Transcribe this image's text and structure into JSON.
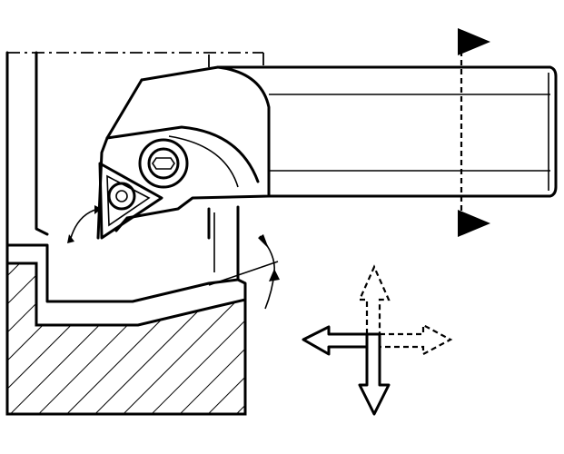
{
  "diagram": {
    "subject": "boring-bar-with-triangular-insert",
    "ink_color": "#000000",
    "paper_color": "#ffffff",
    "hatch_color": "#000000",
    "icons": [
      "workpiece-section",
      "tool-holder",
      "triangular-insert",
      "clamp-screw",
      "section-arrows",
      "feed-direction-arrows",
      "approach-angle",
      "clearance-angle"
    ]
  }
}
